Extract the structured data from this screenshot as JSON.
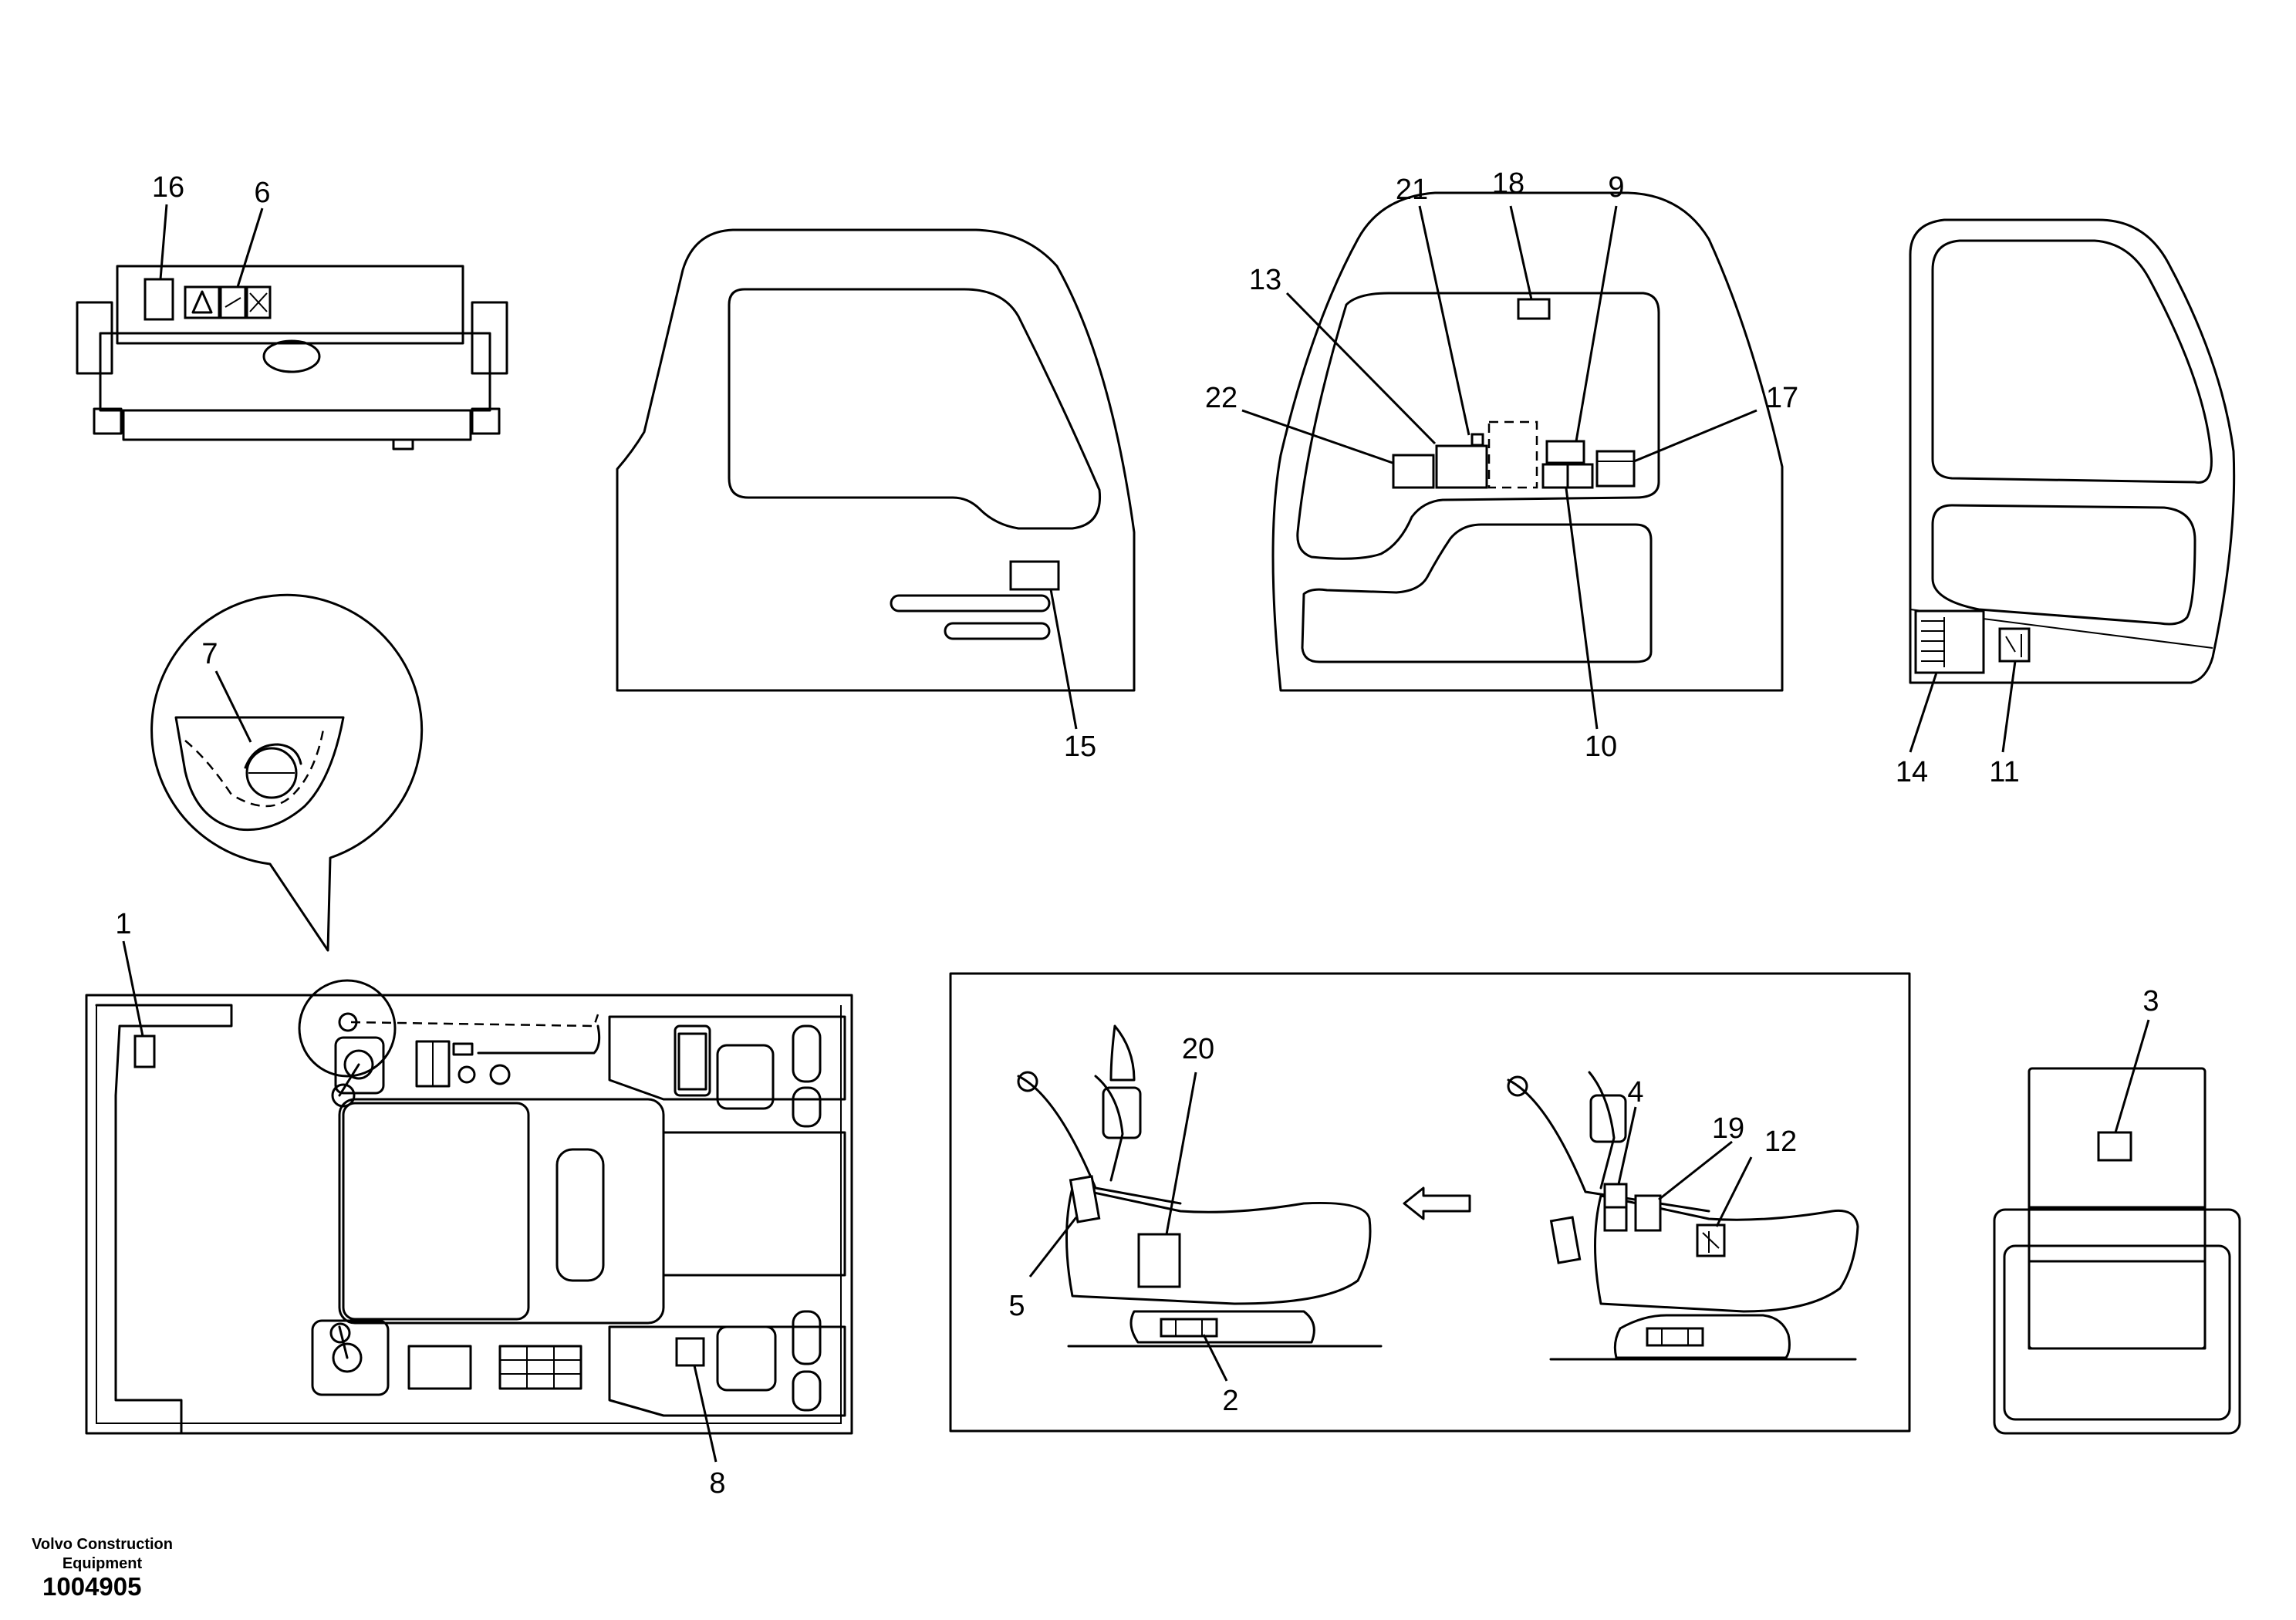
{
  "callouts": {
    "c1": "1",
    "c2": "2",
    "c3": "3",
    "c4": "4",
    "c5": "5",
    "c6": "6",
    "c7": "7",
    "c8": "8",
    "c9": "9",
    "c10": "10",
    "c11": "11",
    "c12": "12",
    "c13": "13",
    "c14": "14",
    "c15": "15",
    "c16": "16",
    "c17": "17",
    "c18": "18",
    "c19": "19",
    "c20": "20",
    "c21": "21",
    "c22": "22"
  },
  "footer": {
    "company_line1": "Volvo Construction",
    "company_line2": "Equipment",
    "drawing_number": "1004905"
  }
}
